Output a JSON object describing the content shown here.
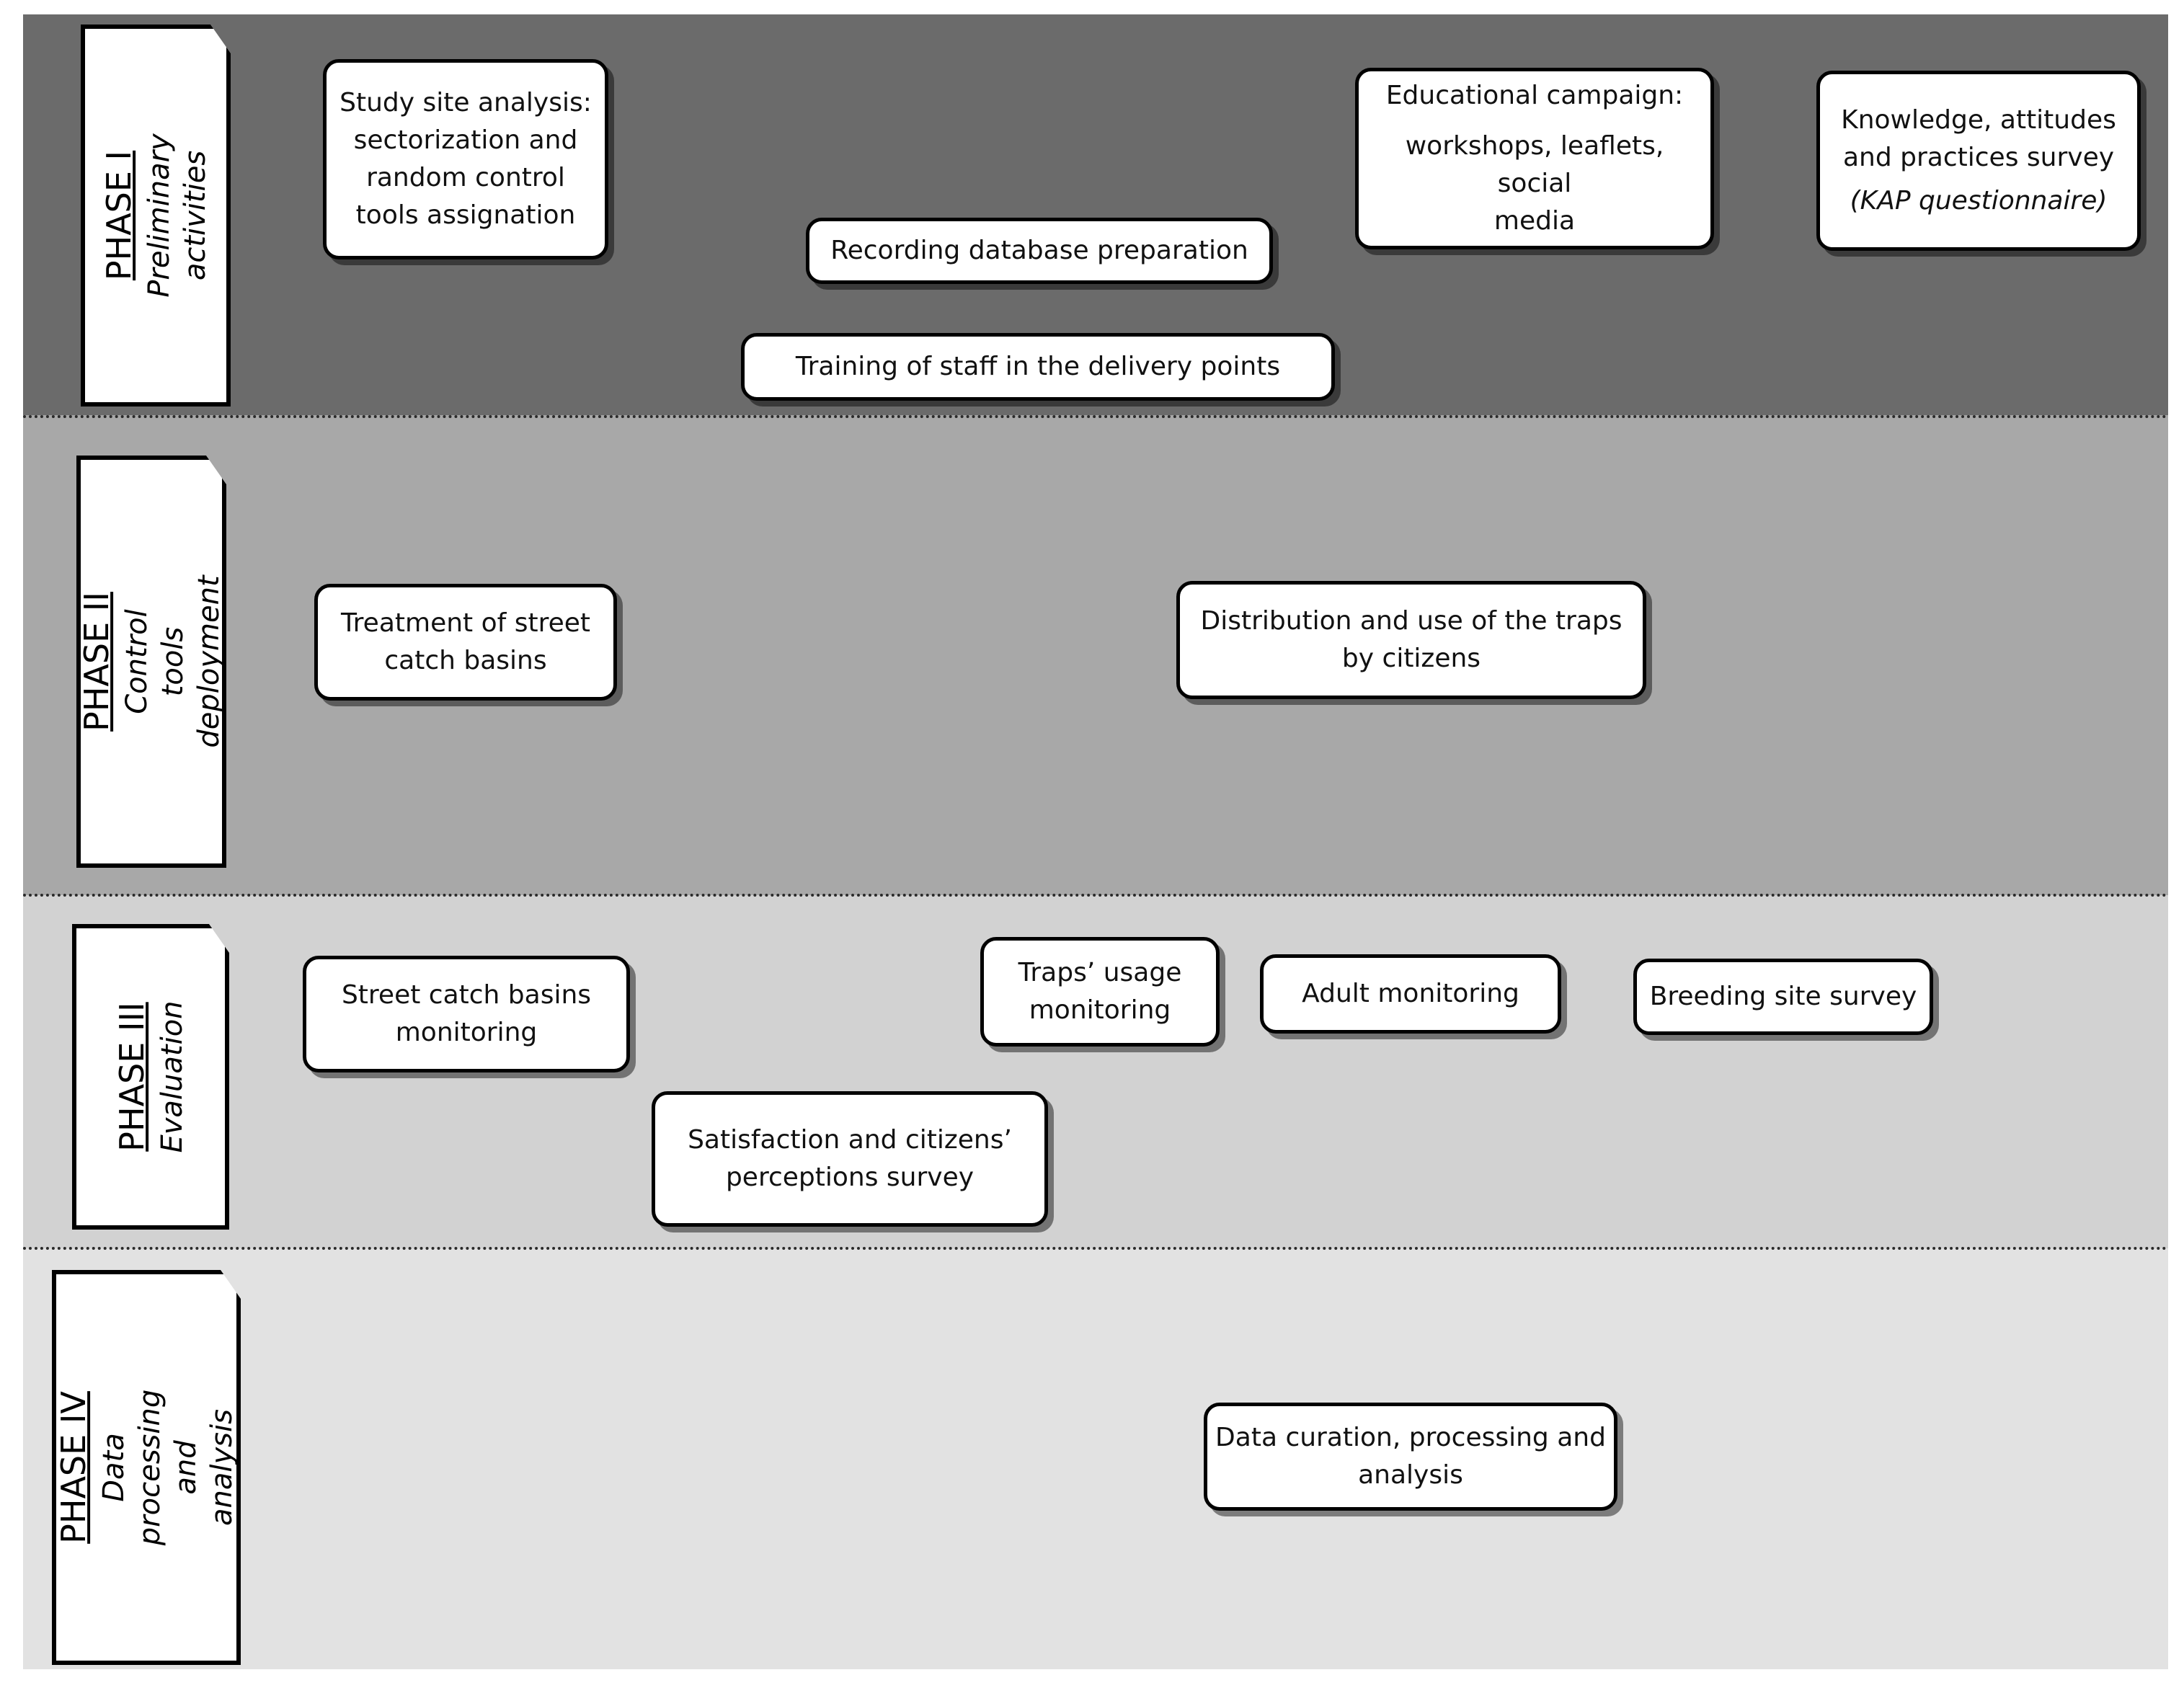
{
  "phases": [
    {
      "name": "PHASE I",
      "description": "Preliminary activities"
    },
    {
      "name": "PHASE II",
      "description": "Control tools deployment"
    },
    {
      "name": "PHASE III",
      "description": "Evaluation"
    },
    {
      "name": "PHASE IV",
      "description": "Data processing and\nanalysis"
    }
  ],
  "nodes": {
    "study_site": "Study site analysis:\nsectorization and\nrandom  control\ntools assignation",
    "recording_db": "Recording database preparation",
    "training_staff": "Training of staff in the delivery points",
    "edu_campaign_title": "Educational campaign:",
    "edu_campaign_detail": "workshops, leaflets, social\nmedia",
    "kap_title": "Knowledge, attitudes\nand practices survey",
    "kap_detail": "(KAP questionnaire)",
    "treatment_basins": "Treatment of street\ncatch basins",
    "distribution_traps": "Distribution and use of the traps\nby citizens",
    "basins_monitoring": "Street catch basins\nmonitoring",
    "traps_usage": "Traps’ usage\nmonitoring",
    "adult_monitoring": "Adult monitoring",
    "breeding_survey": "Breeding site survey",
    "satisfaction_survey": "Satisfaction and citizens’\nperceptions survey",
    "data_curation": "Data curation, processing and\nanalysis"
  },
  "colors": {
    "phase1_band": "#6b6b6b",
    "phase2_band": "#a8a8a8",
    "phase3_band": "#d2d2d2",
    "phase4_band": "#e2e2e2",
    "line": "#000000",
    "node_fill": "#ffffff"
  }
}
